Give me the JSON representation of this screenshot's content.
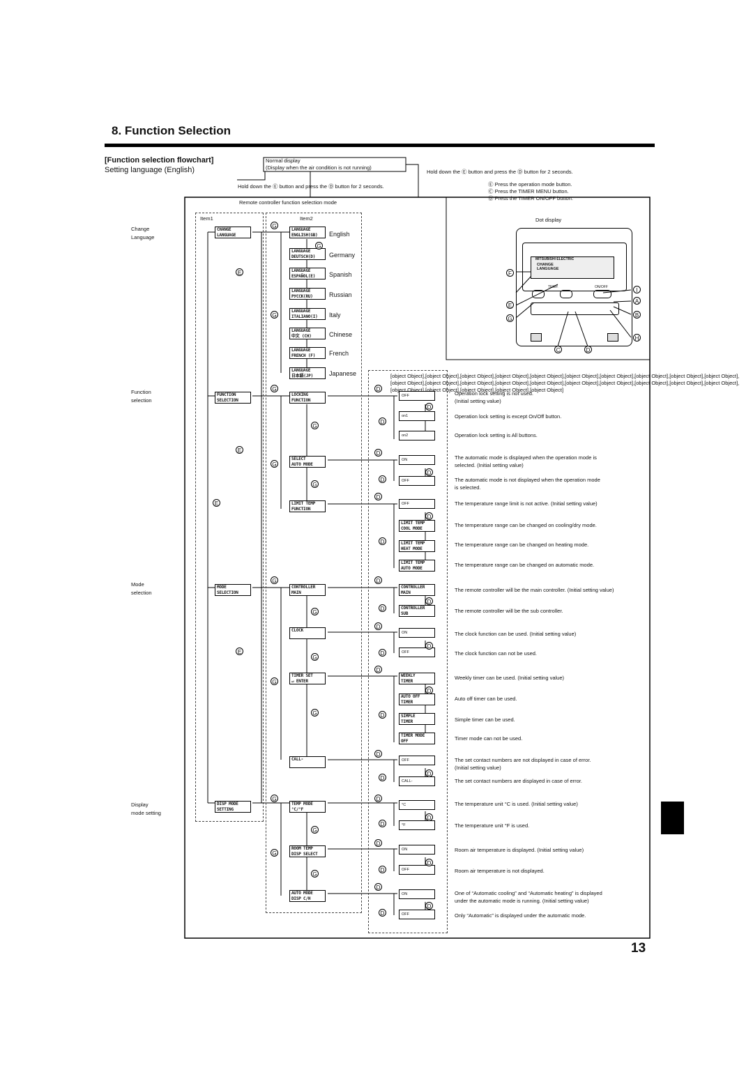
{
  "title": "8. Function Selection",
  "heading": "[Function selection flowchart]",
  "subheading": "Setting language (English)",
  "normal_display": {
    "line1": "Normal display",
    "line2": "(Display when the air condition is not running)"
  },
  "hold_right": "Hold down the Ⓔ button and press the Ⓓ button for 2 seconds.",
  "hold_left": "Hold down the Ⓔ button and press the Ⓓ button for 2 seconds.",
  "mode_label": "Remote controller function selection mode",
  "legend": [
    "Ⓔ Press the operation mode button.",
    "Ⓒ Press the TIMER MENU button.",
    "Ⓓ Press the TIMER ON/OFF button."
  ],
  "dot_display": "Dot display",
  "remote": {
    "brand": "MITSUBISHI ELECTRIC",
    "lcd1": "CHANGE",
    "lcd2": "LANGUAGE",
    "temp": "TEMP.",
    "onoff": "ON/OFF"
  },
  "item1": "Item1",
  "item2": "Item2",
  "item3": [
    {
      "type": "val",
      "text": "OFF",
      "desc": [
        "Operation lock setting is not used.",
        "(Initial setting value)"
      ]
    },
    {
      "type": "val",
      "text": "on1",
      "desc": [
        "Operation lock setting is except On/Off button."
      ]
    },
    {
      "type": "val",
      "text": "on2",
      "desc": [
        "Operation lock setting is All buttons."
      ]
    },
    {
      "type": "val",
      "text": "ON",
      "desc": [
        "The automatic mode is displayed when the operation mode is",
        "selected. (Initial setting value)"
      ]
    },
    {
      "type": "val",
      "text": "OFF",
      "desc": [
        "The automatic mode is not displayed when the operation mode",
        " is selected."
      ]
    },
    {
      "type": "val",
      "text": "OFF",
      "desc": [
        "The temperature range limit is not active. (Initial setting value)"
      ]
    },
    {
      "type": "lcd",
      "lcd1": "LIMIT TEMP",
      "lcd2": "COOL MODE",
      "desc": [
        "The temperature range can be changed on cooling/dry mode."
      ]
    },
    {
      "type": "lcd",
      "lcd1": "LIMIT TEMP",
      "lcd2": "HEAT MODE",
      "desc": [
        "The temperature range can be changed on heating mode."
      ]
    },
    {
      "type": "lcd",
      "lcd1": "LIMIT TEMP",
      "lcd2": "AUTO MODE",
      "desc": [
        "The temperature range can be changed on automatic mode."
      ]
    },
    {
      "type": "lcd",
      "lcd1": "CONTROLLER",
      "lcd2": "MAIN",
      "desc": [
        "The remote controller will be the main controller. (Initial setting value)"
      ]
    },
    {
      "type": "lcd",
      "lcd1": "CONTROLLER",
      "lcd2": "SUB",
      "desc": [
        "The remote controller will be the sub controller."
      ]
    },
    {
      "type": "val",
      "text": "ON",
      "desc": [
        "The clock function can be used. (Initial setting value)"
      ]
    },
    {
      "type": "val",
      "text": "OFF",
      "desc": [
        "The clock function can not be used."
      ]
    },
    {
      "type": "lcd",
      "lcd1": "WEEKLY",
      "lcd2": "TIMER",
      "desc": [
        "Weekly timer can be used. (Initial setting value)"
      ]
    },
    {
      "type": "lcd",
      "lcd1": "AUTO OFF",
      "lcd2": "TIMER",
      "desc": [
        "Auto off timer can be used."
      ]
    },
    {
      "type": "lcd",
      "lcd1": "SIMPLE",
      "lcd2": "TIMER",
      "desc": [
        "Simple timer can be used."
      ]
    },
    {
      "type": "lcd",
      "lcd1": "TIMER MODE",
      "lcd2": "OFF",
      "desc": [
        "Timer mode can not be used."
      ]
    },
    {
      "type": "val",
      "text": "OFF",
      "desc": [
        "The set contact numbers are not displayed in case of error.",
        "(Initial setting value)"
      ]
    },
    {
      "type": "val",
      "text": "CALL-",
      "desc": [
        "The set contact numbers are displayed in case of error."
      ]
    },
    {
      "type": "val",
      "text": "°C",
      "desc": [
        "The temperature unit °C is used. (Initial setting value)"
      ]
    },
    {
      "type": "val",
      "text": "°F",
      "desc": [
        "The temperature unit °F is used."
      ]
    },
    {
      "type": "val",
      "text": "ON",
      "desc": [
        "Room air temperature is displayed. (Initial setting value)"
      ]
    },
    {
      "type": "val",
      "text": "OFF",
      "desc": [
        "Room air temperature is not displayed."
      ]
    },
    {
      "type": "val",
      "text": "ON",
      "desc": [
        "One of “Automatic cooling” and “Automatic heating” is displayed",
        "under the automatic mode is running. (Initial setting value)"
      ]
    },
    {
      "type": "val",
      "text": "OFF",
      "desc": [
        "Only “Automatic” is displayed under the automatic mode."
      ]
    }
  ],
  "left_labels": {
    "change_language": [
      "Change",
      "Language"
    ],
    "function_selection": [
      "Function",
      "selection"
    ],
    "mode_selection": [
      "Mode",
      "selection"
    ],
    "display_mode": [
      "Display",
      "mode setting"
    ]
  },
  "item1_lcd": [
    [
      "CHANGE",
      "LANGUAGE"
    ],
    [
      "FUNCTION",
      "SELECTION"
    ],
    [
      "MODE",
      "SELECTION"
    ],
    [
      "DISP MODE",
      "SETTING"
    ]
  ],
  "languages": [
    {
      "lcd1": "LANGUAGE",
      "lcd2": "ENGLISH(GB)",
      "name": "English"
    },
    {
      "lcd1": "LANGUAGE",
      "lcd2": "DEUTSCH(D)",
      "name": "Germany"
    },
    {
      "lcd1": "LANGUAGE",
      "lcd2": "ESPAÑOL(E)",
      "name": "Spanish"
    },
    {
      "lcd1": "LANGUAGE",
      "lcd2": "РУССК(RU)",
      "name": "Russian"
    },
    {
      "lcd1": "LANGUAGE",
      "lcd2": "ITALIANO(I)",
      "name": "Italy"
    },
    {
      "lcd1": "LANGUAGE",
      "lcd2": "中文 (CH)",
      "name": "Chinese"
    },
    {
      "lcd1": "LANGUAGE",
      "lcd2": "FRENCH (F)",
      "name": "French"
    },
    {
      "lcd1": "LANGUAGE",
      "lcd2": "日本語(JP)",
      "name": "Japanese"
    }
  ],
  "item2_lcd": [
    [
      "LOCKING",
      "FUNCTION"
    ],
    [
      "SELECT",
      "AUTO MODE"
    ],
    [
      "LIMIT TEMP",
      "FUNCTION"
    ],
    [
      "CONTROLLER",
      "MAIN"
    ],
    [
      "CLOCK",
      ""
    ],
    [
      "TIMER SET",
      "↵ ENTER"
    ],
    [
      "CALL-",
      ""
    ],
    [
      "TEMP MODE",
      "°C/°F"
    ],
    [
      "ROOM TEMP",
      "DISP SELECT"
    ],
    [
      "AUTO MODE",
      "DISP C/H"
    ]
  ],
  "circles": {
    "D": "D",
    "E": "E",
    "G": "G",
    "F": "F",
    "I": "I",
    "A": "A",
    "B": "B",
    "H": "H",
    "C": "C"
  },
  "page_number": "13"
}
